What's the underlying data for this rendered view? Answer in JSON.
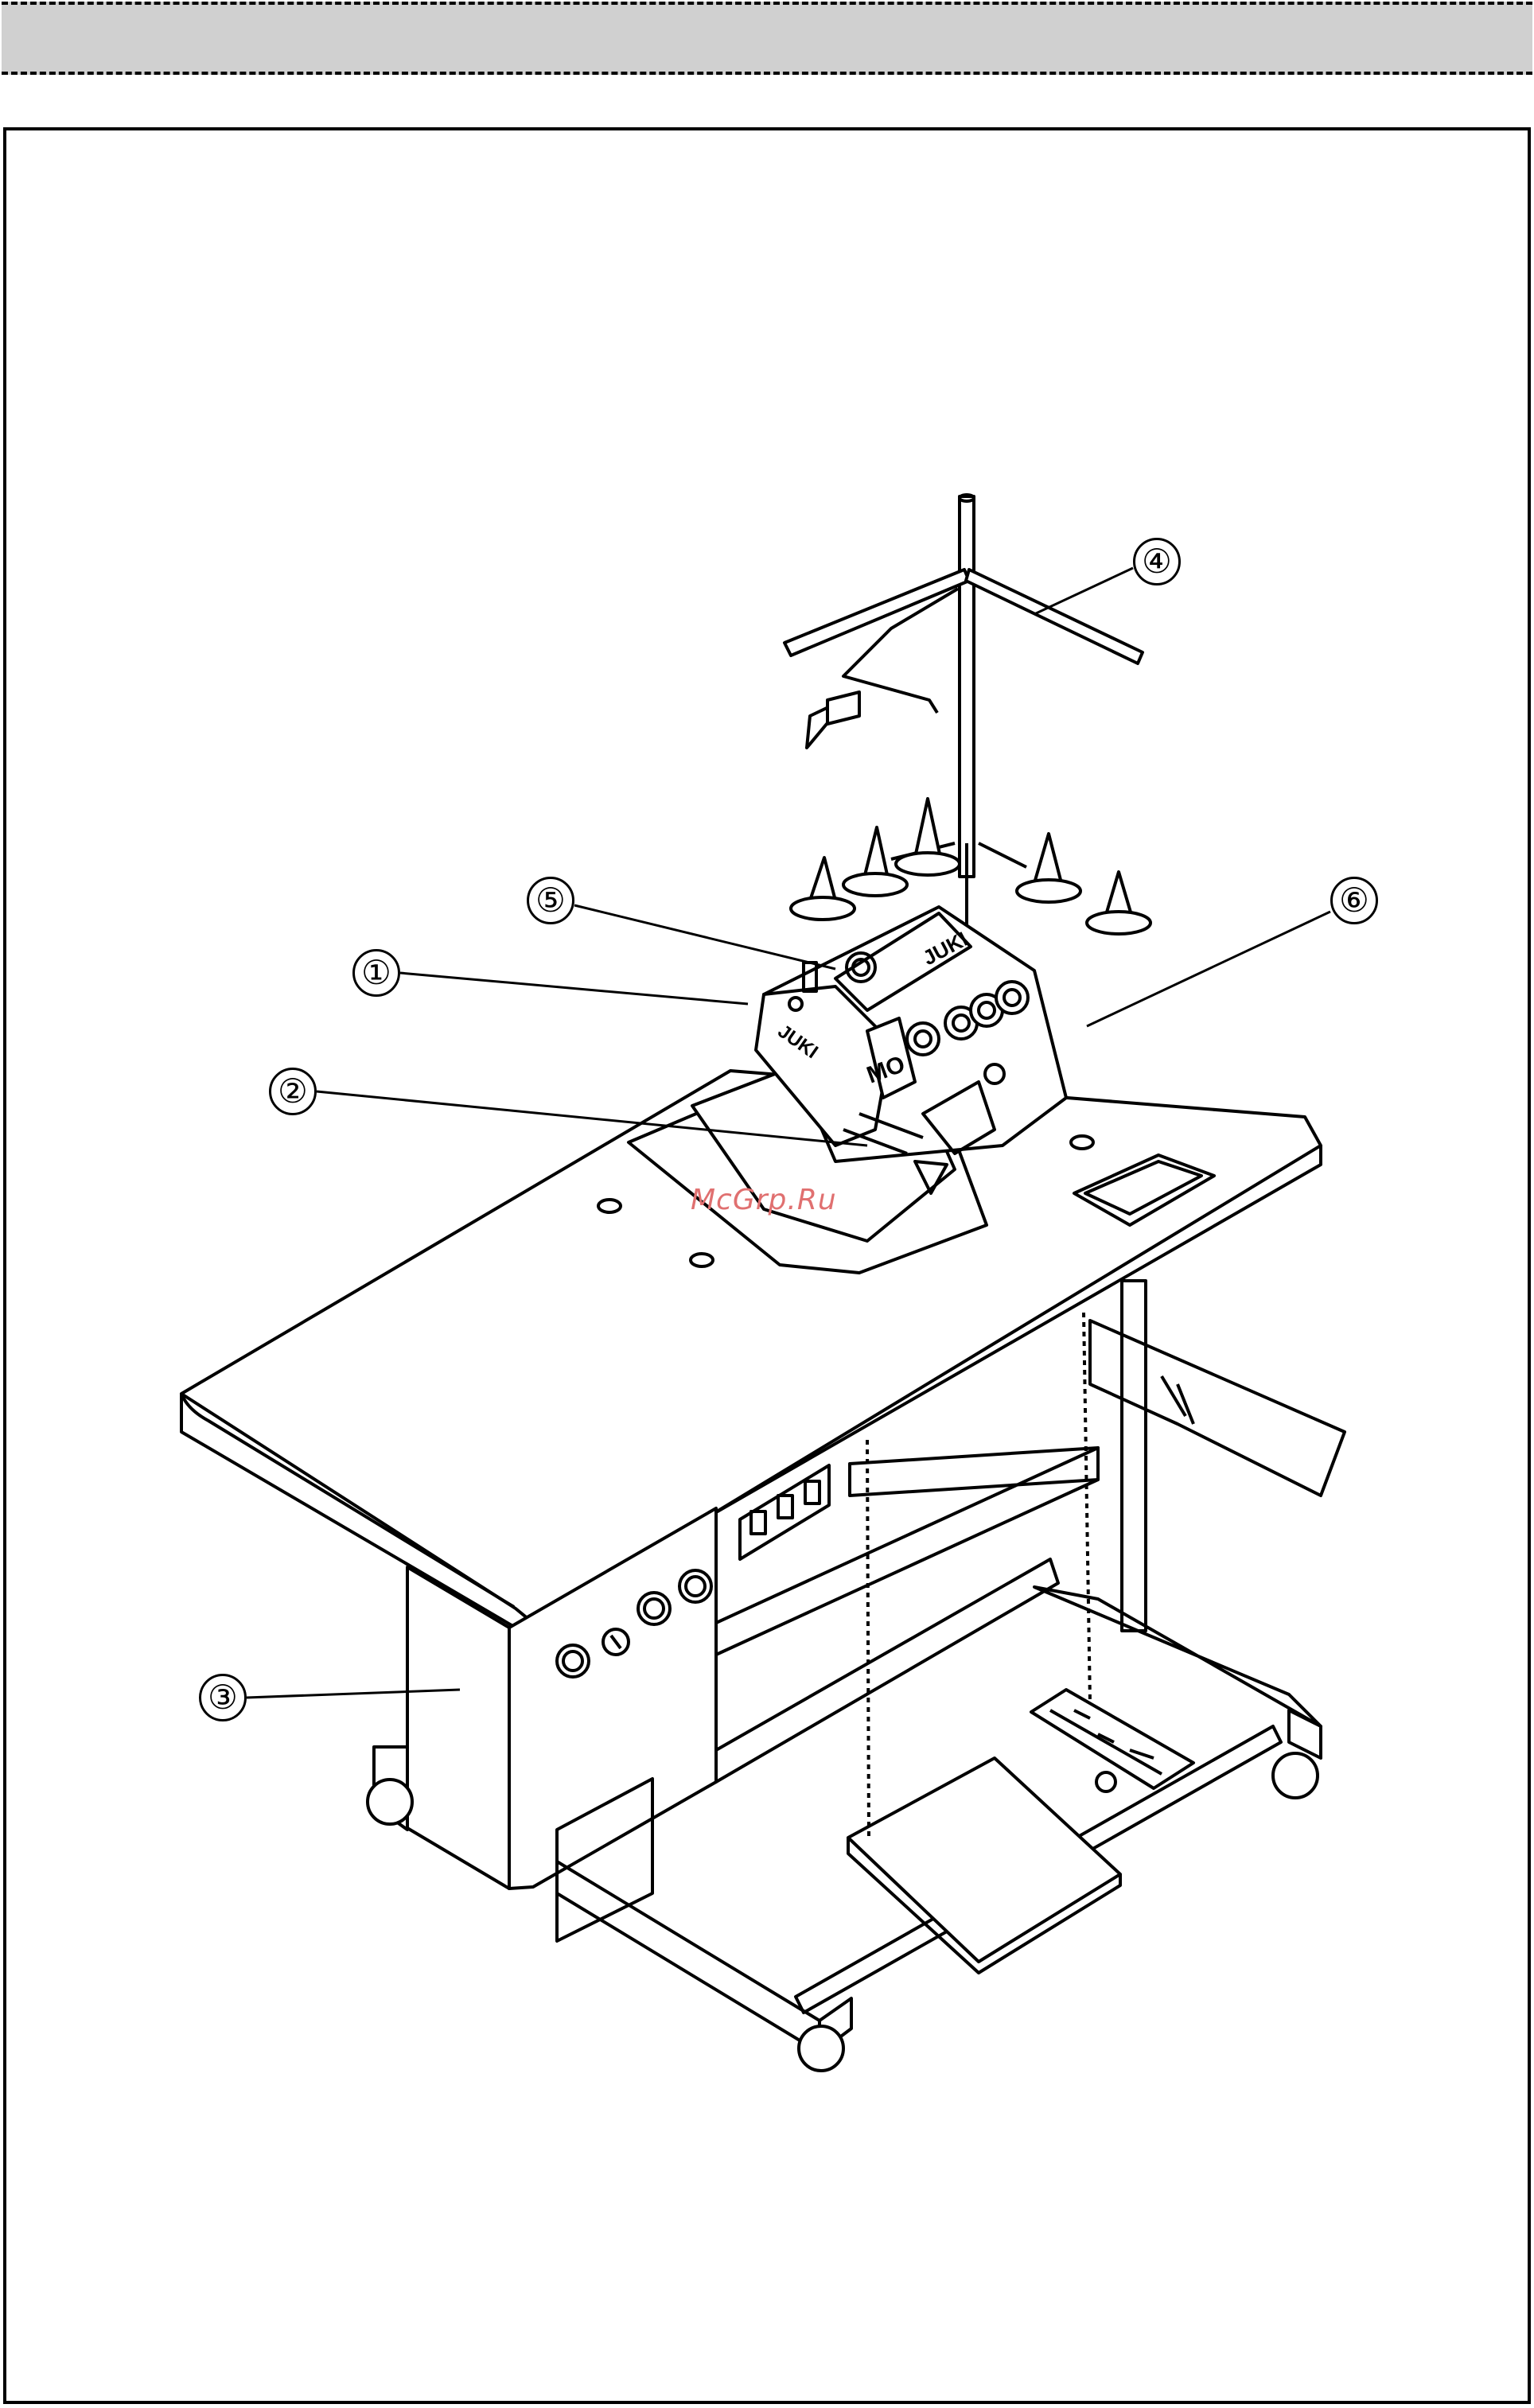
{
  "watermark": "McGrp.Ru",
  "machine_labels": {
    "brand_top": "JUKI",
    "brand_side": "JUKI",
    "model_plate": "MO"
  },
  "callouts": [
    {
      "id": "1",
      "label": "①"
    },
    {
      "id": "2",
      "label": "②"
    },
    {
      "id": "3",
      "label": "③"
    },
    {
      "id": "4",
      "label": "④"
    },
    {
      "id": "5",
      "label": "⑤"
    },
    {
      "id": "6",
      "label": "⑥"
    }
  ]
}
